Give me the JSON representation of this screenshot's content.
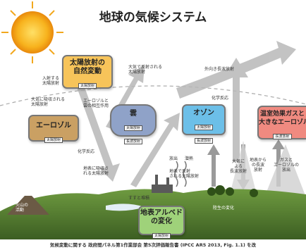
{
  "title": "地球の気候システム",
  "boxes": {
    "sun": {
      "name_l1": "太陽放射の",
      "name_l2": "自然変動",
      "tag": "太陽放射"
    },
    "aerosol": {
      "name": "エーロゾル",
      "tag": "太陽放射"
    },
    "cloud": {
      "name": "雲",
      "tag1": "太陽放射",
      "tag2": "長波放射"
    },
    "ozone": {
      "name": "オゾン",
      "tag1": "太陽放射",
      "tag2": "長波放射"
    },
    "ghg": {
      "name_l1": "温室効果ガスと",
      "name_l2": "大きなエーロゾル",
      "tag": "長波放射"
    },
    "albedo": {
      "name_l1": "地表アルベド",
      "name_l2": "の変化",
      "tag": "太陽放射"
    }
  },
  "labels": {
    "incoming": "入射する\n太陽放射",
    "reflected_atm": "大気で反射される\n太陽放射",
    "outgoing_lw": "外向き長波放射",
    "absorbed_atm": "大気に吸収される\n太陽放射",
    "aerosol_cloud": "エーロゾルと\n雲の相互作用",
    "chem_1": "化学反応",
    "chem_2": "化学反応",
    "absorbed_surface": "地表に吸収さ\nれる太陽放射",
    "reflected_surface": "地表で反射\nされる太陽放射",
    "emission": "放出",
    "latent": "潜熱",
    "atm_lw": "大気に\nよる\n長波放射",
    "surface_lw": "地表から\nの長波\n放射",
    "gas_aerosol_emit": "ガスと\nエーロゾルの\n放出",
    "volcanic": "火山の\n活動",
    "land_change": "陸生の変化",
    "soot": "すすと堆積"
  },
  "footer": "気候変動に関する 政府間パネル第1作業部会 第5次評価報告書 (IPCC AR5 2013, Fig. 1.1) を改",
  "colors": {
    "sun_box": "#f7c45a",
    "aerosol_box": "#caa063",
    "cloud_box": "#8fa2c8",
    "ozone_box": "#6cbfe8",
    "ghg_box": "#f08a80",
    "albedo_box": "#9fd27a",
    "arrow": "#b3b3b3",
    "sun": "#f5a623",
    "ground": "#4f7a2e"
  }
}
